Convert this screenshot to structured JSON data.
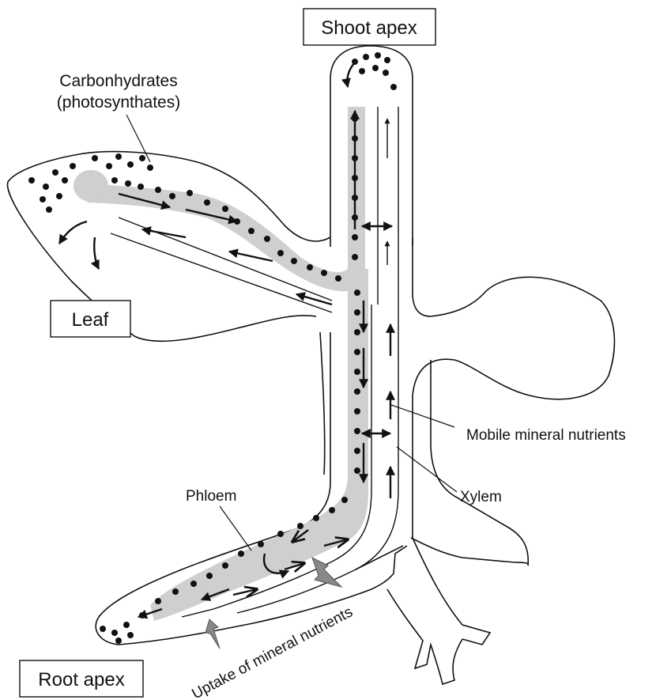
{
  "labels": {
    "shoot_apex": "Shoot apex",
    "carbohydrates_line1": "Carbonhydrates",
    "carbohydrates_line2": "(photosynthates)",
    "leaf": "Leaf",
    "mobile_nutrients": "Mobile mineral nutrients",
    "xylem": "Xylem",
    "phloem": "Phloem",
    "uptake": "Uptake of mineral nutrients",
    "root_apex": "Root apex"
  },
  "colors": {
    "outline": "#111111",
    "phloem_fill": "#cfcfcf",
    "uptake_arrow": "#888888",
    "background": "#ffffff"
  }
}
